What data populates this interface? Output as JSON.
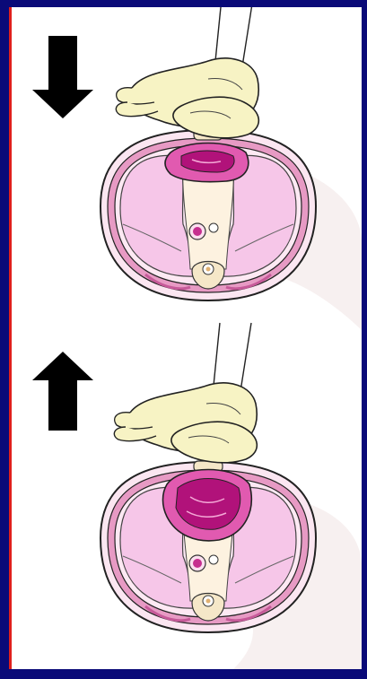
{
  "figure": {
    "panels": [
      {
        "id": "compression",
        "arrow": "down"
      },
      {
        "id": "recoil",
        "arrow": "up"
      }
    ]
  },
  "colors": {
    "frame_blue": "#0a0a78",
    "stripe_red": "#e0201c",
    "glove": "#f7f3c4",
    "lung": "#f6c6e8",
    "heart_outer": "#e15ab0",
    "heart_inner": "#b1127a",
    "chest_wall": "#e79ac4",
    "tissue": "#fbe0ef",
    "spine": "#f5e7c8"
  },
  "icons": [
    "down-arrow-icon",
    "up-arrow-icon",
    "gloved-hand-icon",
    "chest-cross-section-icon",
    "heart-icon",
    "lung-icon",
    "spine-icon"
  ]
}
